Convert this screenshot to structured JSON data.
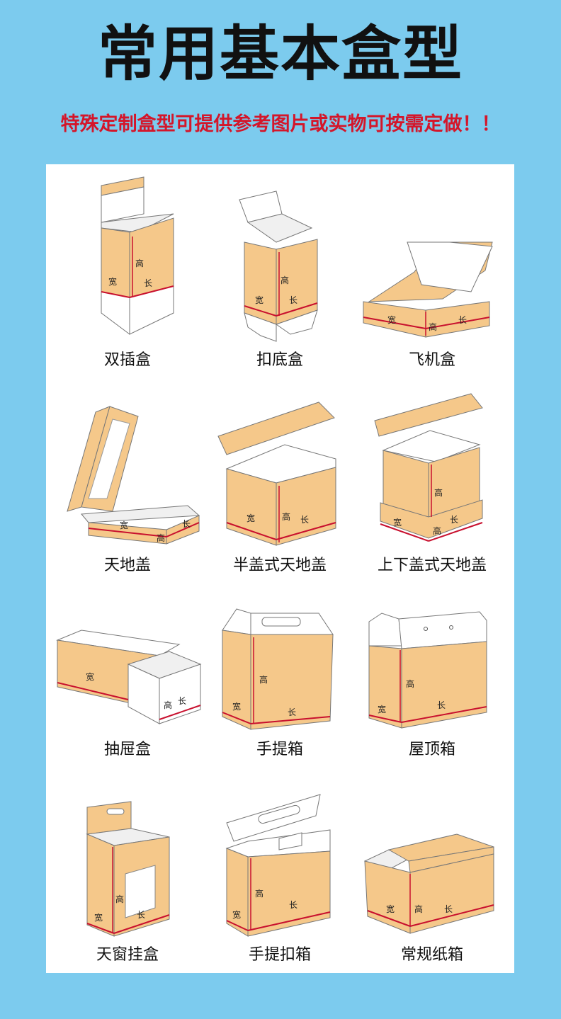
{
  "title": "常用基本盒型",
  "subtitle": "特殊定制盒型可提供参考图片或实物可按需定做！！",
  "dimension_labels": {
    "width": "宽",
    "height": "高",
    "length": "长"
  },
  "colors": {
    "background": "#7ccbee",
    "panel": "#ffffff",
    "kraft": "#f5c88a",
    "edge": "#c8102e",
    "subtitle": "#d4162a"
  },
  "boxes": [
    {
      "name": "双插盒"
    },
    {
      "name": "扣底盒"
    },
    {
      "name": "飞机盒"
    },
    {
      "name": "天地盖"
    },
    {
      "name": "半盖式天地盖"
    },
    {
      "name": "上下盖式天地盖"
    },
    {
      "name": "抽屉盒"
    },
    {
      "name": "手提箱"
    },
    {
      "name": "屋顶箱"
    },
    {
      "name": "天窗挂盒"
    },
    {
      "name": "手提扣箱"
    },
    {
      "name": "常规纸箱"
    }
  ]
}
